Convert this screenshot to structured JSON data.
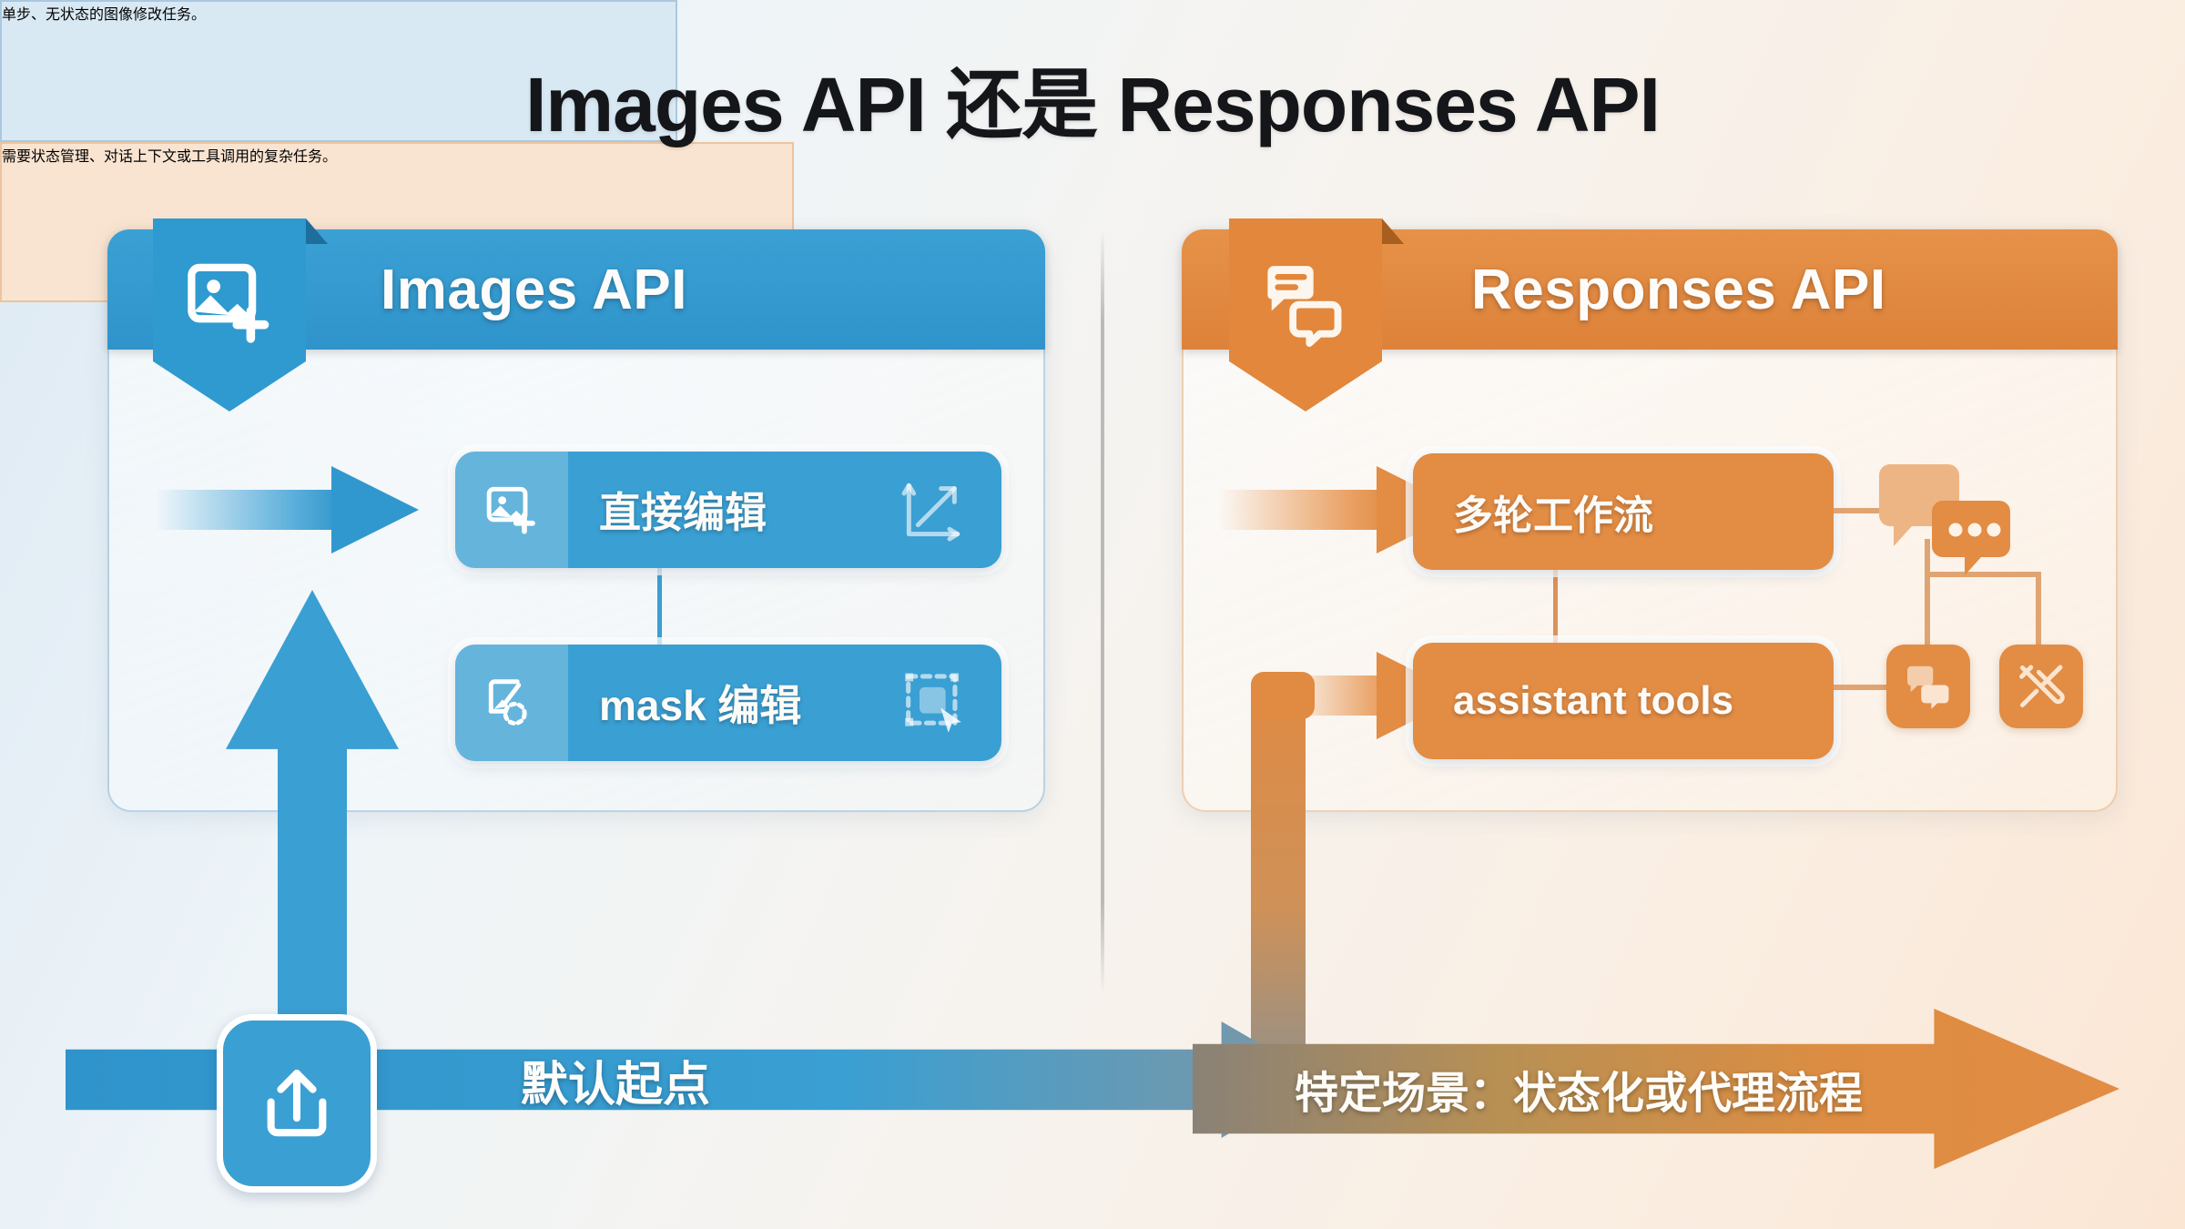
{
  "page": {
    "title": "Images API 还是 Responses API",
    "accent_blue": "#3a9fd2",
    "accent_orange": "#e28c44",
    "background": "linear-gradient light blue to peach"
  },
  "left_panel": {
    "header_label": "Images API",
    "badge_icon": "image-plus-icon",
    "features": [
      {
        "label": "直接编辑",
        "lead_icon": "image-plus-icon",
        "trail_icon": "transform-resize-icon"
      },
      {
        "label": "mask 编辑",
        "lead_icon": "image-mask-icon",
        "trail_icon": "selection-cursor-icon"
      }
    ],
    "caption": "单步、无状态的图像修改任务。"
  },
  "right_panel": {
    "header_label": "Responses API",
    "badge_icon": "chat-bubbles-icon",
    "features": [
      {
        "label": "多轮工作流",
        "side_icons": [
          "chat-bubble-dots-icon"
        ]
      },
      {
        "label": "assistant tools",
        "side_icons": [
          "chat-bubbles-icon",
          "tools-wrench-screwdriver-icon"
        ]
      }
    ],
    "caption": "需要状态管理、对话上下文或工具调用的复杂任务。"
  },
  "bottom": {
    "blue_banner_label": "默认起点",
    "blue_banner_icon": "upload-icon",
    "orange_banner_label": "特定场景：状态化或代理流程",
    "up_arrow_icon": "arrow-up-icon"
  }
}
